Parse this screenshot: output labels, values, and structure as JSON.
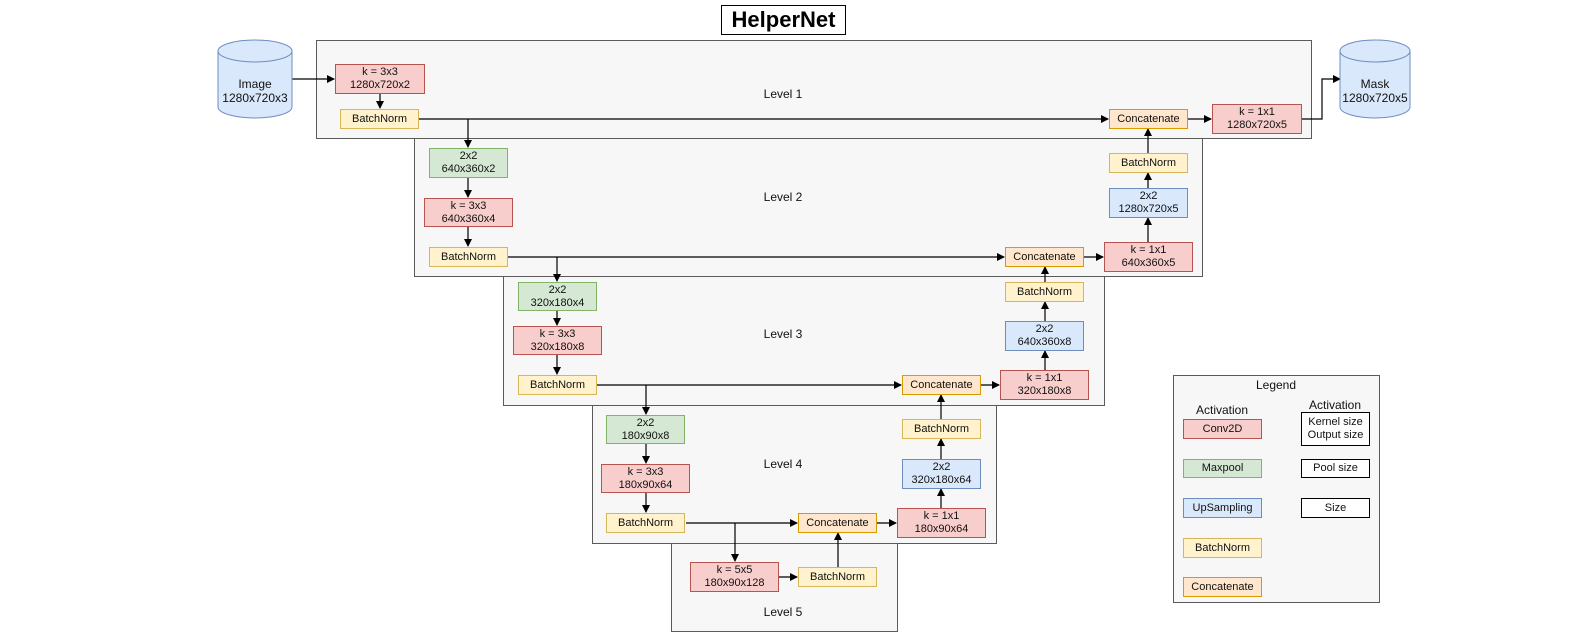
{
  "title": "HelperNet",
  "levels": [
    "Level 1",
    "Level 2",
    "Level 3",
    "Level 4",
    "Level 5"
  ],
  "input": {
    "name": "Image",
    "size": "1280x720x3"
  },
  "output": {
    "name": "Mask",
    "size": "1280x720x5"
  },
  "nodes": {
    "l1_conv": {
      "line1": "k = 3x3",
      "line2": "1280x720x2"
    },
    "l1_bn": {
      "line1": "BatchNorm"
    },
    "l1_cat": {
      "line1": "Concatenate"
    },
    "l1_out": {
      "line1": "k = 1x1",
      "line2": "1280x720x5"
    },
    "l2_pool": {
      "line1": "2x2",
      "line2": "640x360x2"
    },
    "l2_conv": {
      "line1": "k = 3x3",
      "line2": "640x360x4"
    },
    "l2_bn": {
      "line1": "BatchNorm"
    },
    "l2_cat": {
      "line1": "Concatenate"
    },
    "l2_out": {
      "line1": "k = 1x1",
      "line2": "640x360x5"
    },
    "l2_up": {
      "line1": "2x2",
      "line2": "1280x720x5"
    },
    "l2_bn_up": {
      "line1": "BatchNorm"
    },
    "l3_pool": {
      "line1": "2x2",
      "line2": "320x180x4"
    },
    "l3_conv": {
      "line1": "k = 3x3",
      "line2": "320x180x8"
    },
    "l3_bn": {
      "line1": "BatchNorm"
    },
    "l3_cat": {
      "line1": "Concatenate"
    },
    "l3_out": {
      "line1": "k = 1x1",
      "line2": "320x180x8"
    },
    "l3_up": {
      "line1": "2x2",
      "line2": "640x360x8"
    },
    "l3_bn_up": {
      "line1": "BatchNorm"
    },
    "l4_pool": {
      "line1": "2x2",
      "line2": "180x90x8"
    },
    "l4_conv": {
      "line1": "k = 3x3",
      "line2": "180x90x64"
    },
    "l4_bn": {
      "line1": "BatchNorm"
    },
    "l4_cat": {
      "line1": "Concatenate"
    },
    "l4_out": {
      "line1": "k = 1x1",
      "line2": "180x90x64"
    },
    "l4_up": {
      "line1": "2x2",
      "line2": "320x180x64"
    },
    "l4_bn_up": {
      "line1": "BatchNorm"
    },
    "l5_conv": {
      "line1": "k = 5x5",
      "line2": "180x90x128"
    },
    "l5_bn": {
      "line1": "BatchNorm"
    }
  },
  "legend": {
    "title": "Legend",
    "activation_left": "Activation",
    "activation_right": "Activation",
    "conv": "Conv2D",
    "conv_desc1": "Kernel size",
    "conv_desc2": "Output size",
    "pool": "Maxpool",
    "pool_desc": "Pool size",
    "up": "UpSampling",
    "up_desc": "Size",
    "bn": "BatchNorm",
    "cat": "Concatenate"
  },
  "colors": {
    "conv_fill": "#f8cecc",
    "conv_stroke": "#b85450",
    "pool_fill": "#d5e8d4",
    "pool_stroke": "#82b366",
    "up_fill": "#dae8fc",
    "up_stroke": "#6c8ebf",
    "bn_fill": "#fff2cc",
    "bn_stroke": "#d6b656",
    "cat_fill": "#ffe6cc",
    "cat_stroke": "#d79b00"
  }
}
